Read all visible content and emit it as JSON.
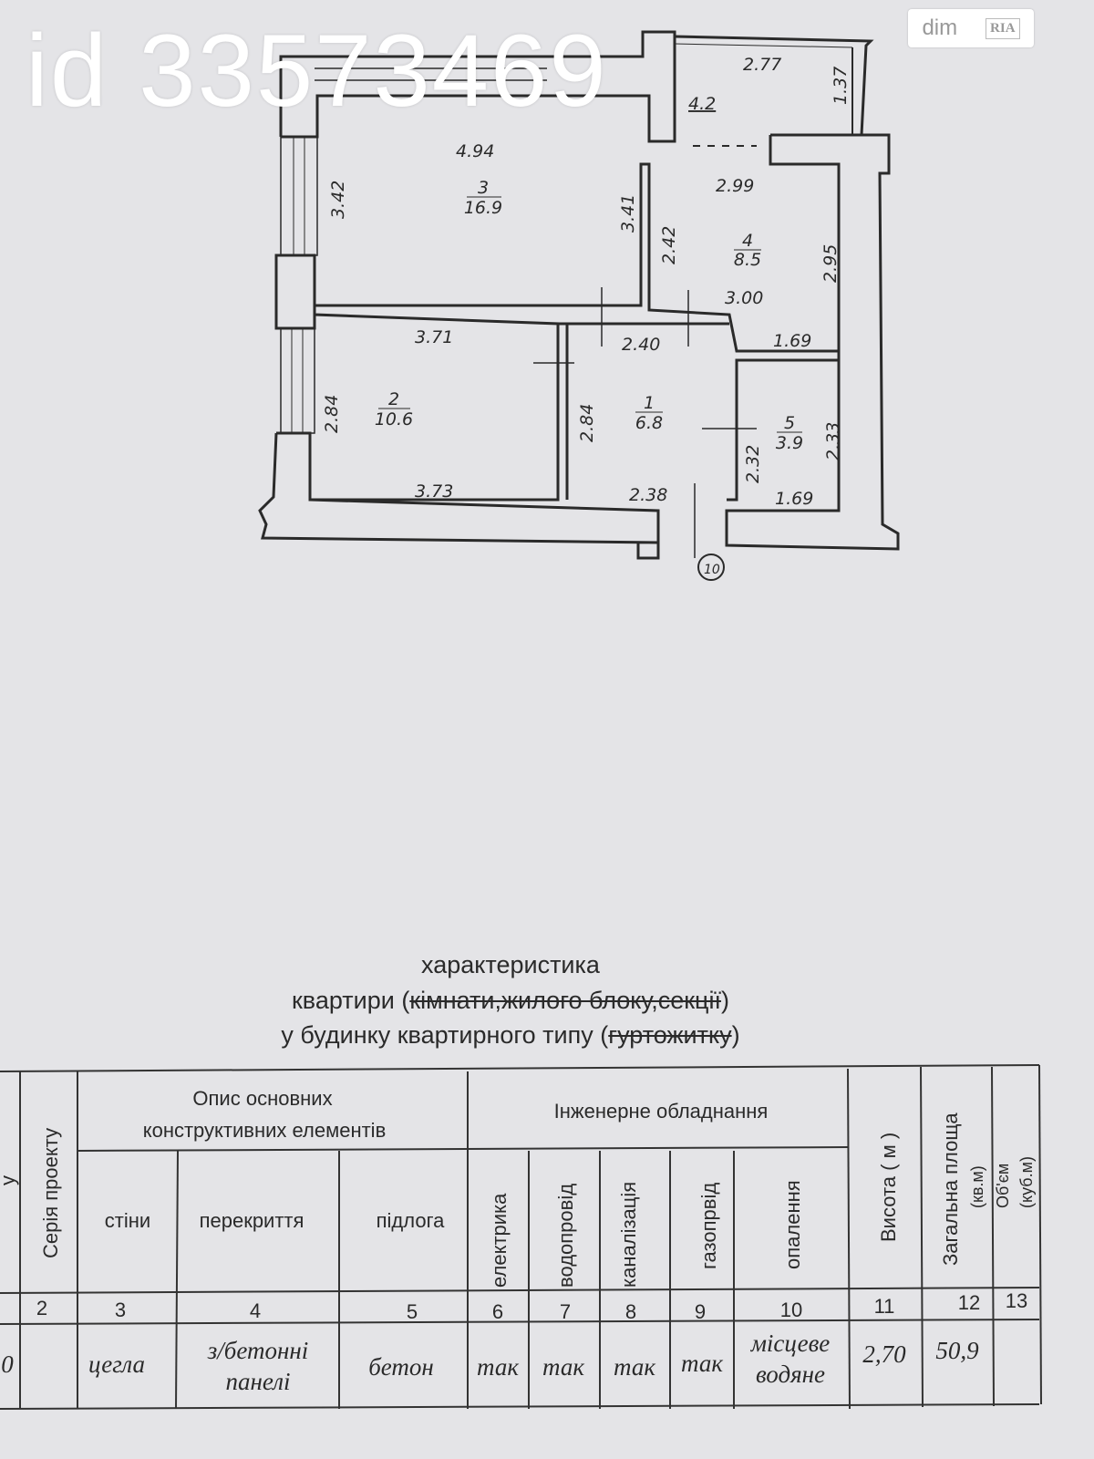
{
  "watermark": "id 33573469",
  "logo": {
    "dim": "dim",
    "ria": "RIA"
  },
  "plan": {
    "dims": {
      "top_room3": "4.94",
      "balcony_top": "2.77",
      "balcony_side": "1.37",
      "balcony_area": "4.2",
      "room3_left": "3.42",
      "room3_right": "3.41",
      "room4_top": "2.99",
      "room4_left": "2.42",
      "room4_right": "2.95",
      "room4_bottom": "3.00",
      "room2_top": "3.71",
      "hall_top": "2.40",
      "bath_top": "1.69",
      "room2_left": "2.84",
      "hall_left": "2.84",
      "bath_left": "2.32",
      "bath_right": "2.33",
      "room2_bottom": "3.73",
      "hall_bottom": "2.38",
      "bath_bottom": "1.69",
      "axis": "10"
    },
    "rooms": [
      {
        "num": "3",
        "area": "16.9"
      },
      {
        "num": "4",
        "area": "8.5"
      },
      {
        "num": "2",
        "area": "10.6"
      },
      {
        "num": "1",
        "area": "6.8"
      },
      {
        "num": "5",
        "area": "3.9"
      }
    ]
  },
  "title": {
    "line1": "характеристика",
    "line2_a": "квартири (",
    "line2_strike": "кімнати,жилого блоку,секції",
    "line2_b": ")",
    "line3_a": "у будинку квартирного типу (",
    "line3_strike": "гуртожитку",
    "line3_b": ")"
  },
  "table": {
    "col1_partial": "у",
    "series": "Серія проекту",
    "group_constr": [
      "Опис основних",
      "конструктивних елементів"
    ],
    "walls": "стіни",
    "floors_slab": "перекриття",
    "floor": "підлога",
    "group_eng": "Інженерне обладнання",
    "electric": "електрика",
    "water": "водопровід",
    "sewer": "каналізація",
    "gas": "газопрвід",
    "heating": "опалення",
    "height": "Висота ( м )",
    "total_area": [
      "Загальна площа",
      "(кв.м)"
    ],
    "volume": [
      "Об'єм",
      "(куб.м)"
    ],
    "numbers": [
      "2",
      "3",
      "4",
      "5",
      "6",
      "7",
      "8",
      "9",
      "10",
      "11",
      "12",
      "13"
    ],
    "row": {
      "c1": "0",
      "walls": "цегла",
      "slab": [
        "з/бетонні",
        "панелі"
      ],
      "floor": "бетон",
      "electric": "так",
      "water": "так",
      "sewer": "так",
      "gas": "так",
      "heating": [
        "місцеве",
        "водяне"
      ],
      "height": "2,70",
      "area": "50,9",
      "volume": ""
    }
  }
}
